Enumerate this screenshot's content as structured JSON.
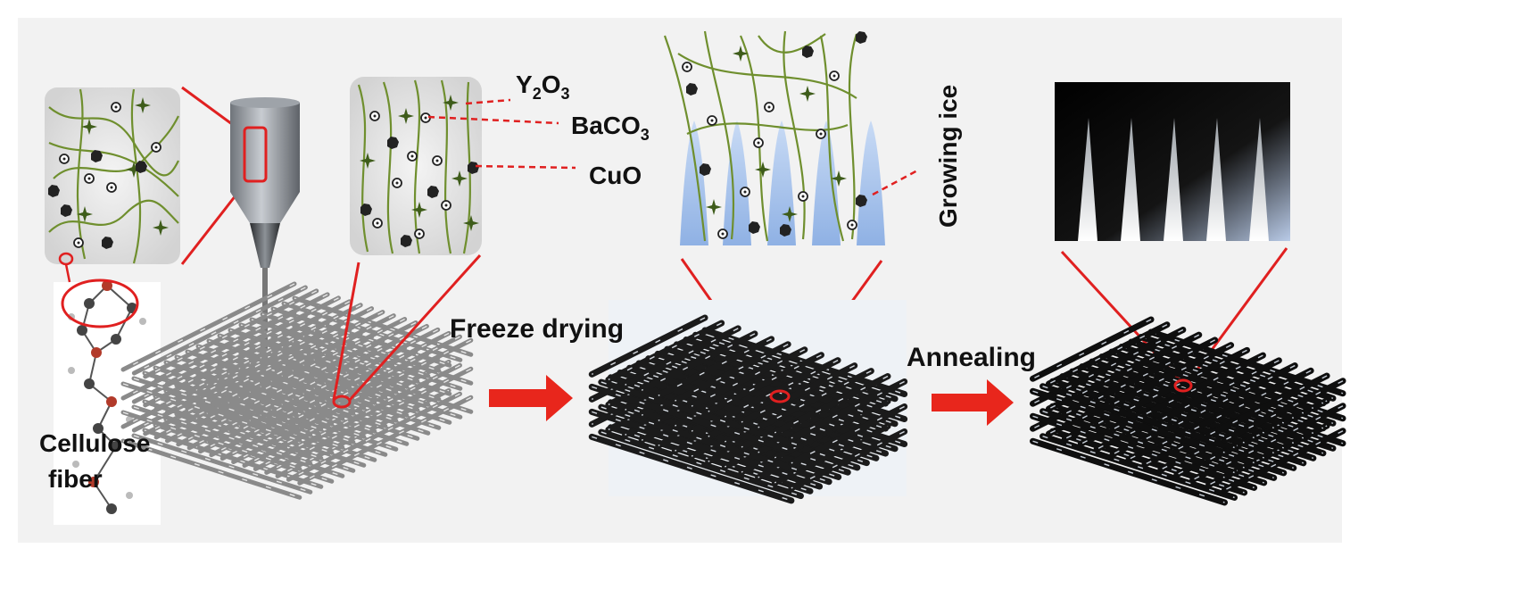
{
  "labels": {
    "y2o3": "Y",
    "y2o3_sub1": "2",
    "y2o3_mid": "O",
    "y2o3_sub2": "3",
    "baco3": "BaCO",
    "baco3_sub": "3",
    "cuo": "CuO",
    "growing_ice": "Growing ice",
    "cellulose": "Cellulose",
    "fiber": "fiber",
    "freeze_drying": "Freeze drying",
    "annealing": "Annealing"
  },
  "colors": {
    "callout_line": "#e02020",
    "process_arrow": "#e8261c",
    "fiber": "#6f8f2e",
    "ice": "#a9c4ec",
    "scaffold_dark": "#1b1b1b",
    "scaffold_gray": "#8a8a8a",
    "panel_bg": "#f2f2f2"
  },
  "icons": [
    "nozzle-icon",
    "process-arrow-icon",
    "molecule-icon",
    "ice-spike-icon",
    "particle-icon"
  ]
}
